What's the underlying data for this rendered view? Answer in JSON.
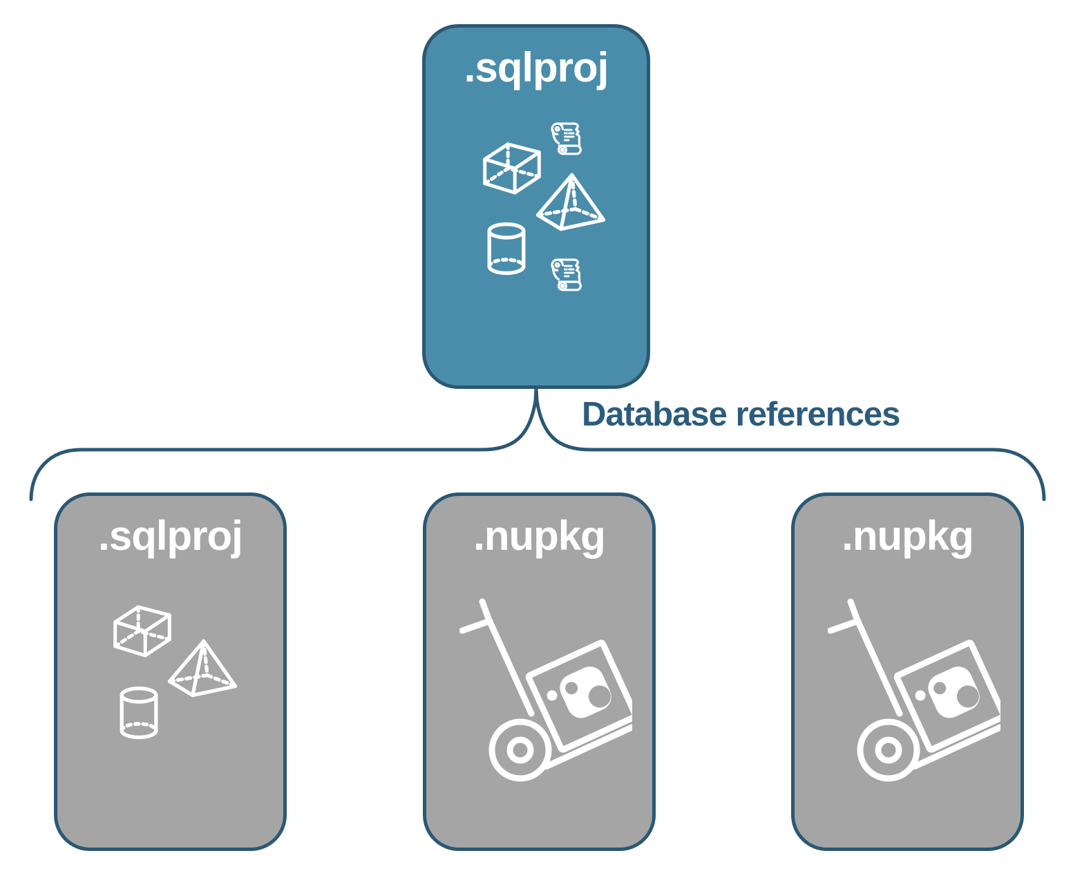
{
  "colors": {
    "accent-teal": "#4a8dab",
    "node-gray": "#a5a5a5",
    "line-navy": "#2b5874",
    "text-navy": "#2c5c7e",
    "icon-white": "#ffffff",
    "page-bg": "#ffffff"
  },
  "root_node": {
    "label": ".sqlproj",
    "icons": [
      "script-scroll-icon",
      "cube-icon",
      "pyramid-icon",
      "database-cylinder-icon",
      "script-scroll-icon"
    ]
  },
  "connector": {
    "label": "Database references"
  },
  "child_nodes": [
    {
      "label": ".sqlproj",
      "icons": [
        "cube-icon",
        "pyramid-icon",
        "database-cylinder-icon"
      ]
    },
    {
      "label": ".nupkg",
      "icons": [
        "nuget-package-dolly-icon"
      ]
    },
    {
      "label": ".nupkg",
      "icons": [
        "nuget-package-dolly-icon"
      ]
    }
  ]
}
